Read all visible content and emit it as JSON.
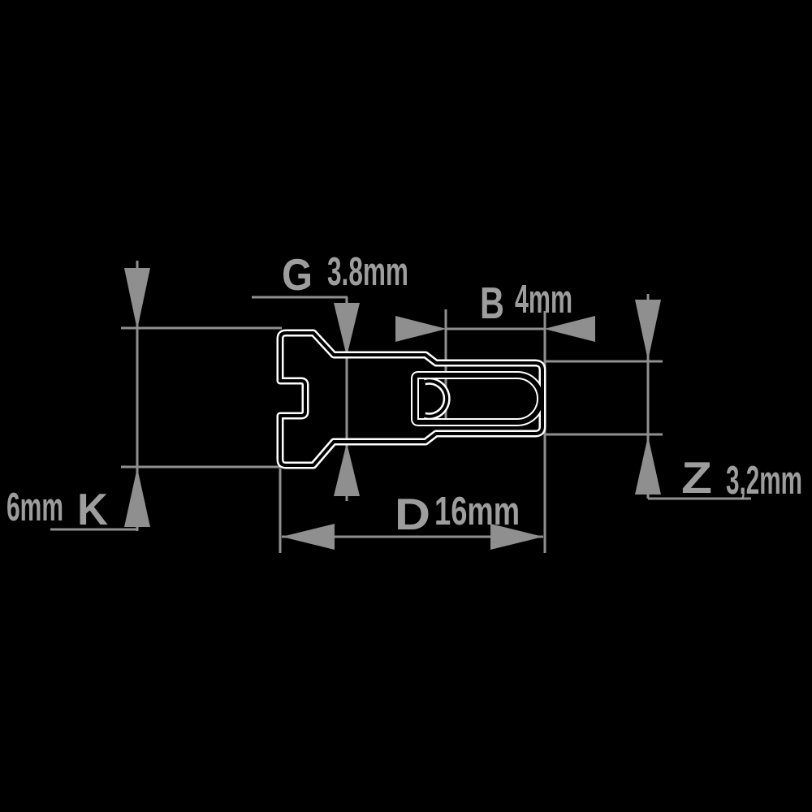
{
  "drawing": {
    "type": "technical-dimension-diagram",
    "subject": "slotted-head screw-in sleeve, side elevation with internal bore",
    "colors": {
      "background": "#000000",
      "outline_ink": "#000000",
      "outline_halo": "#ffffff",
      "dimension_lines": "#8f8f8f",
      "label_text": "#9d9d9d"
    },
    "dimensions": {
      "k": {
        "letter": "K",
        "value": "6mm"
      },
      "g": {
        "letter": "G",
        "value": "3.8mm"
      },
      "b": {
        "letter": "B",
        "value": "4mm"
      },
      "d": {
        "letter": "D",
        "value": "16mm"
      },
      "z": {
        "letter": "Z",
        "value": "3,2mm"
      }
    }
  }
}
